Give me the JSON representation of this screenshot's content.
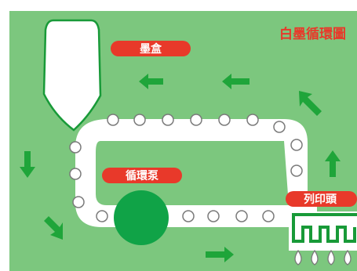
{
  "diagram": {
    "title": "白墨循環圖",
    "labels": {
      "ink_cartridge": "墨盒",
      "circulation_pump": "循環泵",
      "print_head": "列印頭"
    }
  },
  "colors": {
    "background_green": "#7cc77e",
    "pipe_white": "#ffffff",
    "arrow_green": "#1fa53a",
    "pump_green": "#10a347",
    "label_red": "#e8392a",
    "title_red": "#e8392a",
    "bead_stroke": "#7a7a7a",
    "outline_green": "#189a38"
  },
  "icons": {
    "arrows": "arrow-icon",
    "droplets": "ink-droplet-icon",
    "beads": "pipe-bead-icon"
  }
}
